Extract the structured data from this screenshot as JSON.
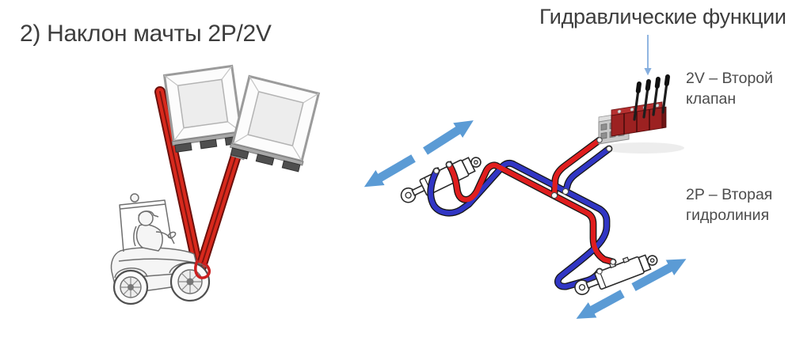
{
  "slide": {
    "title": "2) Наклон мачты 2P/2V",
    "hydraulics_title": "Гидравлические функции"
  },
  "annotations": {
    "valve": "2V – Второй клапан",
    "hydroline": "2P – Вторая гидролиния"
  },
  "icons": {
    "forklift": "forklift-mast-tilt-illustration",
    "valve_block": "hydraulic-valve-block-with-levers",
    "cylinder_left": "tilt-cylinder-illustration",
    "cylinder_right": "tilt-cylinder-illustration",
    "motion_arrows": "double-headed-motion-arrow",
    "pointer_arrow": "down-pointer-arrow"
  },
  "colors": {
    "background": "#ffffff",
    "title_text": "#3d3d3d",
    "annotation_text": "#4c4c4c",
    "hose_red": "#e01e1e",
    "hose_blue": "#3136c4",
    "motion_arrow_blue": "#5b9bd5",
    "pointer_arrow_blue": "#85aede",
    "mast_red": "#d8291d",
    "valve_red": "#9c2121",
    "manifold_gray": "#c9c9c9"
  }
}
